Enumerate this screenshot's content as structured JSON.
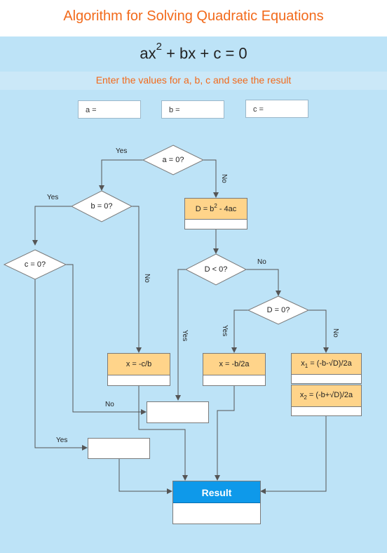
{
  "header": {
    "title": "Algorithm for Solving Quadratic Equations",
    "equation_lhs": "ax",
    "equation_exp": "2",
    "equation_rhs": " + bx + c = 0",
    "instruction": "Enter the values for a, b, c and see the result"
  },
  "inputs": {
    "a_label": "a =",
    "b_label": "b =",
    "c_label": "c ="
  },
  "decisions": {
    "a_zero": "a = 0?",
    "b_zero": "b = 0?",
    "c_zero": "c = 0?",
    "d_neg": "D < 0?",
    "d_zero": "D = 0?"
  },
  "processes": {
    "discriminant_prefix": "D = b",
    "discriminant_exp": "2",
    "discriminant_suffix": " - 4ac",
    "x_linear": "x = -c/b",
    "x_double": "x = -b/2a",
    "x1_prefix": "x",
    "x1_sub": "1",
    "x1_suffix": " = (-b-√D)/2a",
    "x2_prefix": "x",
    "x2_sub": "2",
    "x2_suffix": " = (-b+√D)/2a",
    "result": "Result"
  },
  "edge_labels": {
    "yes": "Yes",
    "no": "No"
  },
  "colors": {
    "background": "#bde3f7",
    "title": "#f26a1b",
    "process_fill": "#ffd48a",
    "result_fill": "#0e99ea"
  }
}
